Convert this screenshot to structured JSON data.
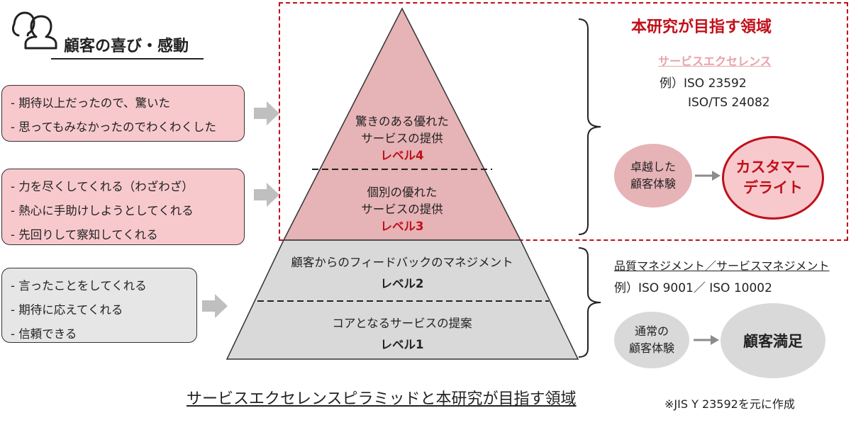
{
  "header": {
    "title": "顧客の喜び・感動"
  },
  "left_boxes": {
    "top": [
      "- 期待以上だったので、驚いた",
      "- 思ってもみなかったのでわくわくした"
    ],
    "middle": [
      "- 力を尽くしてくれる（わざわざ）",
      "- 熱心に手助けしようとしてくれる",
      "- 先回りして察知してくれる"
    ],
    "bottom": [
      "- 言ったことをしてくれる",
      "- 期待に応えてくれる",
      "- 信頼できる"
    ]
  },
  "pyramid": {
    "level4": {
      "line1": "驚きのある優れた",
      "line2": "サービスの提供",
      "label": "レベル4"
    },
    "level3": {
      "line1": "個別の優れた",
      "line2": "サービスの提供",
      "label": "レベル3"
    },
    "level2": {
      "line1": "顧客からのフィードバックのマネジメント",
      "label": "レベル2"
    },
    "level1": {
      "line1": "コアとなるサービスの提案",
      "label": "レベル1"
    }
  },
  "right_upper": {
    "title": "本研究が目指す領域",
    "subtitle": "サービスエクセレンス",
    "example_line1": "例）ISO 23592",
    "example_line2": "ISO/TS 24082",
    "experience_line1": "卓越した",
    "experience_line2": "顧客体験",
    "result_line1": "カスタマー",
    "result_line2": "デライト"
  },
  "right_lower": {
    "title": "品質マネジメント／サービスマネジメント",
    "example": "例）ISO 9001／ ISO 10002",
    "experience_line1": "通常の",
    "experience_line2": "顧客体験",
    "result": "顧客満足"
  },
  "footer": {
    "caption": "サービスエクセレンスピラミッドと本研究が目指す領域",
    "note": "※JIS Y 23592を元に作成"
  },
  "colors": {
    "accent_red": "#c0101a",
    "pink": "#e6b3b6",
    "gray": "#d9d9d9",
    "light_pink": "#e8a3a8"
  }
}
